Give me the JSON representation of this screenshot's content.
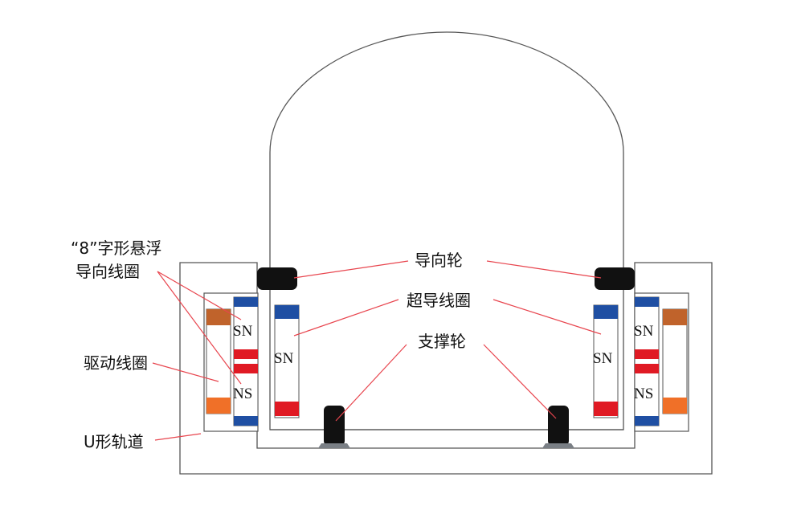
{
  "labels": {
    "levitation_coil_line1": "“8”字形悬浮",
    "levitation_coil_line2": "导向线圈",
    "drive_coil": "驱动线圈",
    "u_track": "U形轨道",
    "guide_wheel": "导向轮",
    "superconducting_coil": "超导线圈",
    "support_wheel": "支撑轮"
  },
  "poles": {
    "upper_fig8": "SN",
    "lower_fig8": "NS",
    "sc_coil": "SN"
  },
  "colors": {
    "leader": "#e8454e",
    "north_blue": "#1f4fa3",
    "south_red": "#e01a24",
    "drive_brown": "#c0632b",
    "drive_orange": "#f07028",
    "wheel": "#111111",
    "wheel_base": "#7a7f85"
  }
}
